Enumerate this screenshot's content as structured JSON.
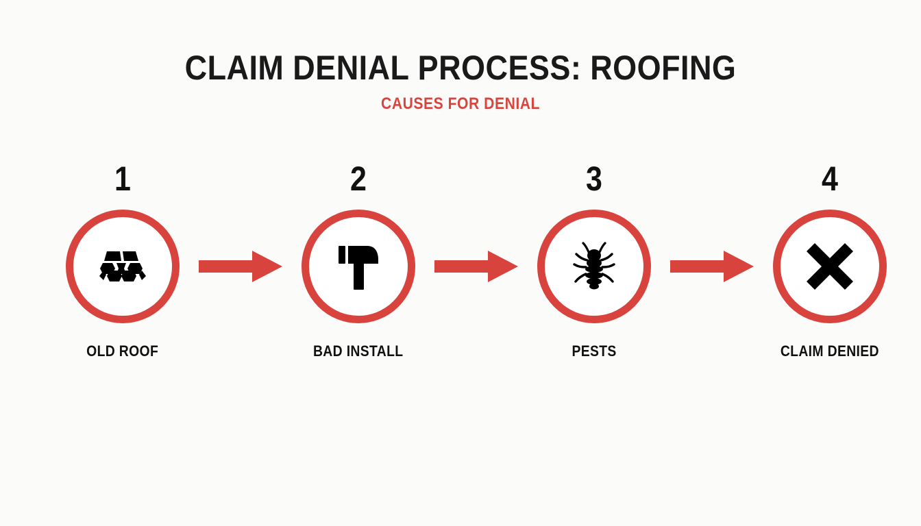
{
  "header": {
    "title": "CLAIM DENIAL PROCESS: ROOFING",
    "subtitle": "CAUSES FOR DENIAL"
  },
  "theme": {
    "background": "#fbfbfa",
    "accent_red": "#d8433e",
    "subtitle_red": "#d8453f",
    "ink": "#111111"
  },
  "flow": {
    "steps": [
      {
        "number": "1",
        "label": "OLD ROOF",
        "icon": "roof-shingles-icon"
      },
      {
        "number": "2",
        "label": "BAD INSTALL",
        "icon": "hammer-icon"
      },
      {
        "number": "3",
        "label": "PESTS",
        "icon": "pest-bug-icon"
      },
      {
        "number": "4",
        "label": "CLAIM DENIED",
        "icon": "x-mark-icon"
      }
    ],
    "connector": "arrow-right-icon",
    "connector_count": 3
  }
}
